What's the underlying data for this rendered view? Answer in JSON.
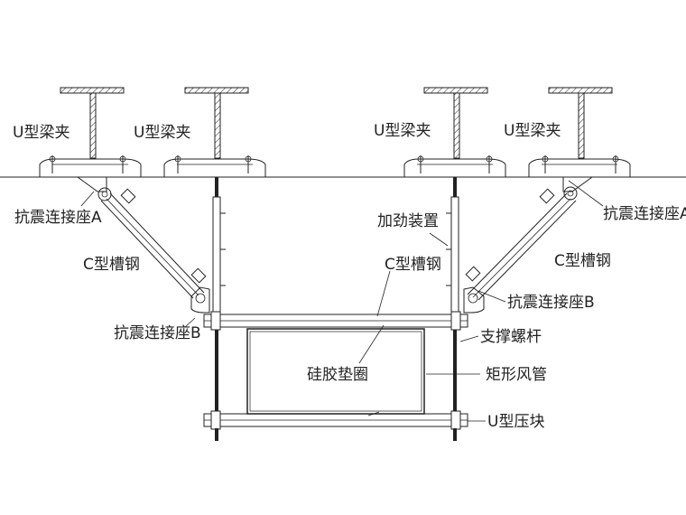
{
  "labels": {
    "beam_clamp": "U型梁夹",
    "seismic_base_a": "抗震连接座A",
    "seismic_base_b": "抗震连接座B",
    "c_channel": "C型槽钢",
    "stiffener": "加劲装置",
    "support_rod": "支撑螺杆",
    "silicone_gasket": "硅胶垫圈",
    "rect_duct": "矩形风管",
    "u_press_block": "U型压块"
  },
  "colors": {
    "line": "#222222",
    "background": "#ffffff"
  }
}
